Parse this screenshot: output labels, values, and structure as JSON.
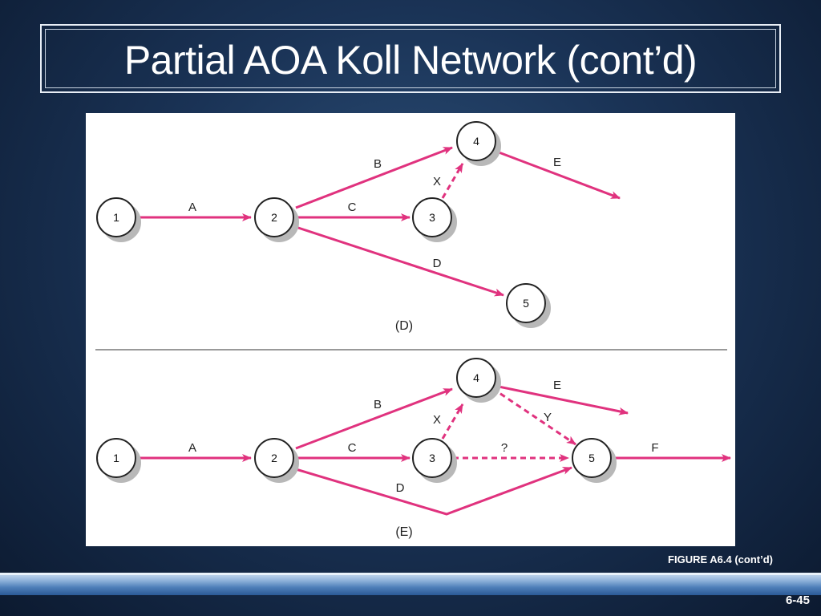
{
  "slide": {
    "title": "Partial AOA Koll Network (cont’d)",
    "caption": "FIGURE A6.4 (cont’d)",
    "page_number": "6-45"
  },
  "colors": {
    "arrow": "#e0327e",
    "node_fill": "#ffffff",
    "node_stroke": "#222222",
    "shadow": "#b8b8b8"
  },
  "diagrams": [
    {
      "label": "(D)",
      "nodes": [
        {
          "id": "1",
          "label": "1"
        },
        {
          "id": "2",
          "label": "2"
        },
        {
          "id": "3",
          "label": "3"
        },
        {
          "id": "4",
          "label": "4"
        },
        {
          "id": "5",
          "label": "5"
        }
      ],
      "activities": [
        {
          "label": "A",
          "from": "1",
          "to": "2",
          "dummy": false
        },
        {
          "label": "B",
          "from": "2",
          "to": "4",
          "dummy": false
        },
        {
          "label": "C",
          "from": "2",
          "to": "3",
          "dummy": false
        },
        {
          "label": "D",
          "from": "2",
          "to": "5",
          "dummy": false
        },
        {
          "label": "X",
          "from": "3",
          "to": "4",
          "dummy": true
        },
        {
          "label": "E",
          "from": "4",
          "to": "",
          "dummy": false
        }
      ]
    },
    {
      "label": "(E)",
      "nodes": [
        {
          "id": "1",
          "label": "1"
        },
        {
          "id": "2",
          "label": "2"
        },
        {
          "id": "3",
          "label": "3"
        },
        {
          "id": "4",
          "label": "4"
        },
        {
          "id": "5",
          "label": "5"
        }
      ],
      "activities": [
        {
          "label": "A",
          "from": "1",
          "to": "2",
          "dummy": false
        },
        {
          "label": "B",
          "from": "2",
          "to": "4",
          "dummy": false
        },
        {
          "label": "C",
          "from": "2",
          "to": "3",
          "dummy": false
        },
        {
          "label": "D",
          "from": "2",
          "to": "5",
          "dummy": false
        },
        {
          "label": "X",
          "from": "3",
          "to": "4",
          "dummy": true
        },
        {
          "label": "?",
          "from": "3",
          "to": "5",
          "dummy": true
        },
        {
          "label": "Y",
          "from": "4",
          "to": "5",
          "dummy": true
        },
        {
          "label": "E",
          "from": "4",
          "to": "",
          "dummy": false
        },
        {
          "label": "F",
          "from": "5",
          "to": "",
          "dummy": false
        }
      ]
    }
  ]
}
